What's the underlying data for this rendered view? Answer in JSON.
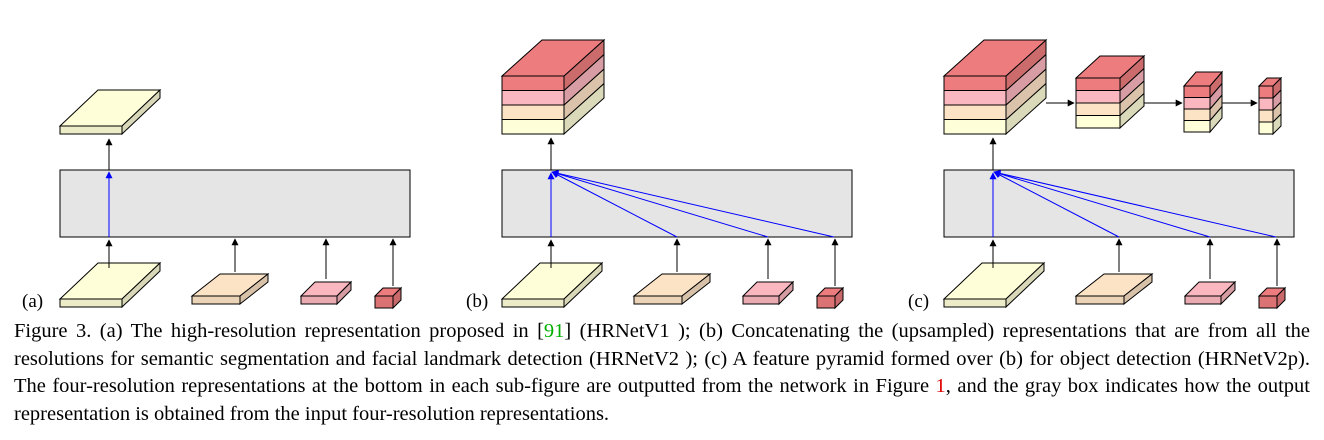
{
  "panels": [
    {
      "label": "(a)",
      "name": "HRNetV1"
    },
    {
      "label": "(b)",
      "name": "HRNetV2"
    },
    {
      "label": "(c)",
      "name": "HRNetV2p"
    }
  ],
  "colors": {
    "res1": "#fefed8",
    "res2": "#fde3c6",
    "res3": "#fbb7bf",
    "res4": "#ec7c7e",
    "gray_box": "#e5e5e5",
    "blue_arrow": "#0000ff",
    "black_arrow": "#000000",
    "ref_91": "#00b000",
    "ref_1": "#e00000"
  },
  "caption": {
    "part1": "Figure 3.   (a) The high-resolution representation proposed in [",
    "ref1": "91",
    "part2": "] (HRNetV1 ); (b) Concatenating the (upsampled) representations that are from all the resolutions for semantic segmentation and facial landmark detection (HRNetV2 ); (c) A feature pyramid formed over (b) for object detection (HRNetV2p). The four-resolution representations at the bottom in each sub-figure are outputted from the network in Figure ",
    "ref2": "1",
    "part3": ", and the gray box indicates how the output representation is obtained from the input four-resolution representations."
  }
}
